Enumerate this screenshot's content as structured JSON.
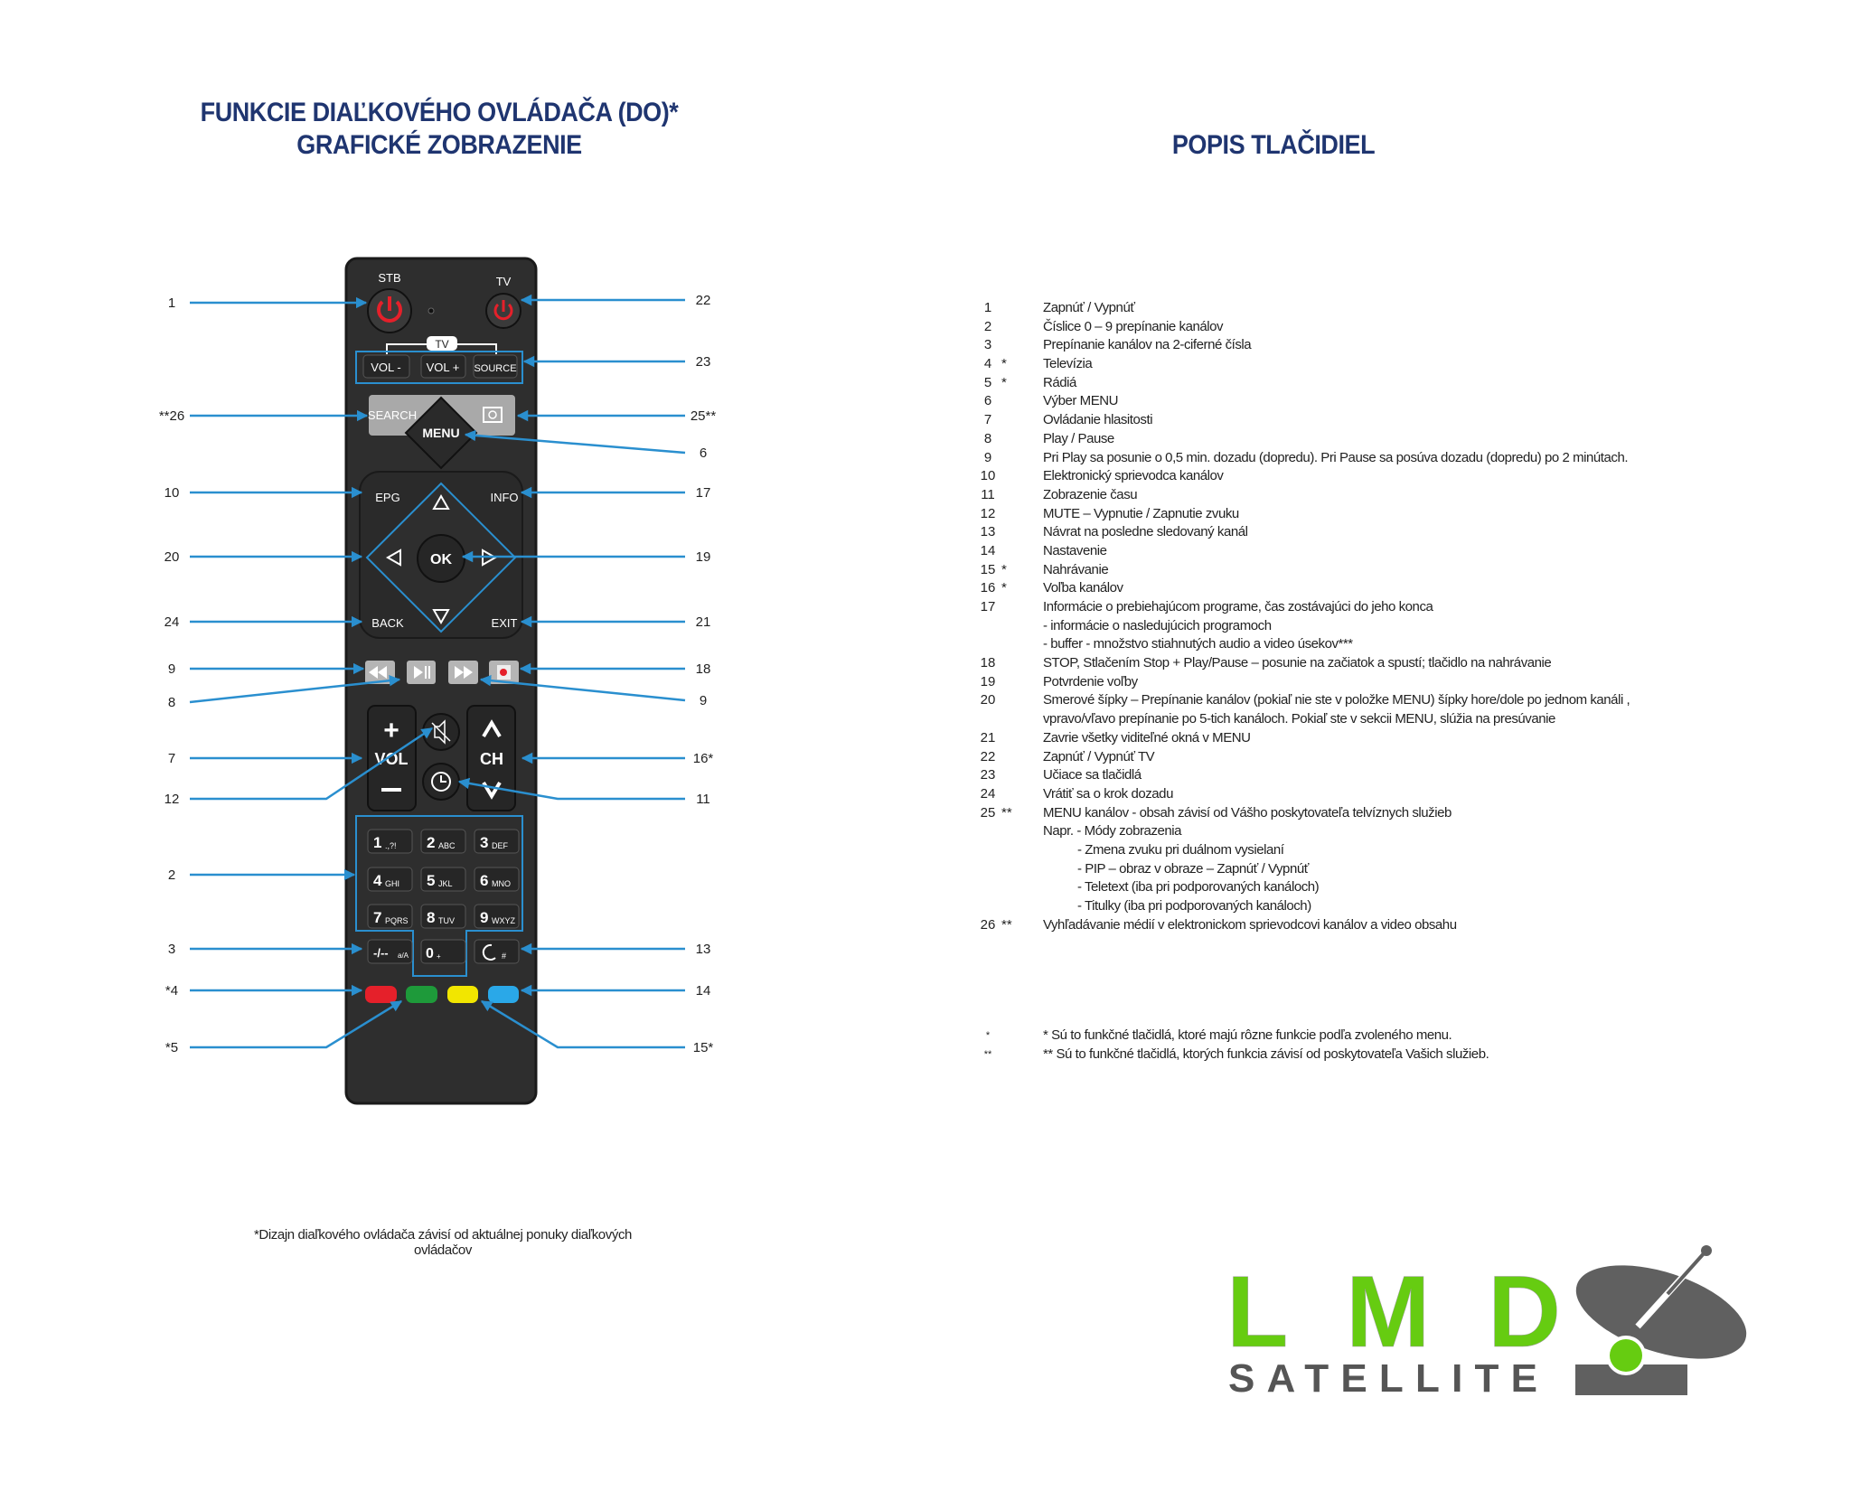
{
  "header": {
    "left_title_line1": "FUNKCIE DIAĽKOVÉHO OVLÁDAČA (DO)*",
    "left_title_line2": "GRAFICKÉ ZOBRAZENIE",
    "right_title": "POPIS TLAČIDIEL"
  },
  "remote": {
    "stb_label": "STB",
    "tv_label": "TV",
    "tv_group_label": "TV",
    "vol_minus": "VOL -",
    "vol_plus": "VOL +",
    "source": "SOURCE",
    "search": "SEARCH",
    "menu": "MENU",
    "epg": "EPG",
    "info": "INFO",
    "back": "BACK",
    "exit": "EXIT",
    "ok": "OK",
    "vol": "VOL",
    "ch": "CH",
    "keys": [
      {
        "d": "1",
        "s": ".,?!"
      },
      {
        "d": "2",
        "s": "ABC"
      },
      {
        "d": "3",
        "s": "DEF"
      },
      {
        "d": "4",
        "s": "GHI"
      },
      {
        "d": "5",
        "s": "JKL"
      },
      {
        "d": "6",
        "s": "MNO"
      },
      {
        "d": "7",
        "s": "PQRS"
      },
      {
        "d": "8",
        "s": "TUV"
      },
      {
        "d": "9",
        "s": "WXYZ"
      }
    ],
    "dash_key": "-/--",
    "dash_key_sub": "a/A",
    "zero_key": "0",
    "zero_key_sub": "+",
    "recall_key_sub": "#",
    "colors": {
      "body": "#2e2e2e",
      "accent": "#2a8fcf",
      "red": "#e5202a",
      "green": "#1e9a3a",
      "yellow": "#f2e600",
      "blue": "#2aa8e8"
    }
  },
  "callouts": {
    "left": [
      "1",
      "**26",
      "10",
      "20",
      "24",
      "9",
      "8",
      "7",
      "12",
      "2",
      "3",
      "*4",
      "*5"
    ],
    "right": [
      "22",
      "23",
      "25**",
      "6",
      "17",
      "19",
      "21",
      "18",
      "9",
      "16*",
      "11",
      "13",
      "14",
      "15*"
    ]
  },
  "descriptions": [
    {
      "num": "1",
      "star": "",
      "text": "Zapnúť / Vypnúť"
    },
    {
      "num": "2",
      "star": "",
      "text": "Číslice 0 – 9 prepínanie kanálov"
    },
    {
      "num": "3",
      "star": "",
      "text": "Prepínanie kanálov na 2-ciferné čísla"
    },
    {
      "num": "4",
      "star": "*",
      "text": "Televízia"
    },
    {
      "num": "5",
      "star": "*",
      "text": "Rádiá"
    },
    {
      "num": "6",
      "star": "",
      "text": "Výber MENU"
    },
    {
      "num": "7",
      "star": "",
      "text": "Ovládanie hlasitosti"
    },
    {
      "num": "8",
      "star": "",
      "text": "Play / Pause"
    },
    {
      "num": "9",
      "star": "",
      "text": "Pri Play sa posunie o 0,5 min. dozadu (dopredu). Pri Pause sa posúva dozadu (dopredu) po 2 minútach."
    },
    {
      "num": "10",
      "star": "",
      "text": "Elektronický sprievodca kanálov"
    },
    {
      "num": "11",
      "star": "",
      "text": "Zobrazenie času"
    },
    {
      "num": "12",
      "star": "",
      "text": "MUTE – Vypnutie / Zapnutie zvuku"
    },
    {
      "num": "13",
      "star": "",
      "text": "Návrat na posledne sledovaný kanál"
    },
    {
      "num": "14",
      "star": "",
      "text": "Nastavenie"
    },
    {
      "num": "15",
      "star": "*",
      "text": "Nahrávanie"
    },
    {
      "num": "16",
      "star": "*",
      "text": "Voľba kanálov"
    },
    {
      "num": "17",
      "star": "",
      "text": "Informácie o prebiehajúcom programe, čas zostávajúci do jeho konca",
      "extra": [
        "- informácie o nasledujúcich programoch",
        "- buffer - množstvo stiahnutých audio a video úsekov***"
      ]
    },
    {
      "num": "18",
      "star": "",
      "text": "STOP, Stlačením Stop + Play/Pause – posunie na začiatok a spustí; tlačidlo na nahrávanie"
    },
    {
      "num": "19",
      "star": "",
      "text": "Potvrdenie voľby"
    },
    {
      "num": "20",
      "star": "",
      "text": "Smerové šípky – Prepínanie kanálov (pokiaľ nie ste v položke MENU) šípky hore/dole po jednom kanáli ,",
      "extra": [
        "vpravo/vľavo prepínanie po 5-tich kanáloch. Pokiaľ ste v sekcii MENU, slúžia na presúvanie"
      ]
    },
    {
      "num": "21",
      "star": "",
      "text": "Zavrie všetky viditeľné okná v MENU"
    },
    {
      "num": "22",
      "star": "",
      "text": "Zapnúť / Vypnúť TV"
    },
    {
      "num": "23",
      "star": "",
      "text": "Učiace sa tlačidlá"
    },
    {
      "num": "24",
      "star": "",
      "text": "Vrátiť sa o krok dozadu"
    },
    {
      "num": "25",
      "star": "**",
      "text": "MENU kanálov - obsah závisí od Vášho poskytovateľa telvíznych služieb"
    },
    {
      "num": "26",
      "star": "**",
      "text": "Vyhľadávanie médií v elektronickom sprievodcovi kanálov a video obsahu"
    }
  ],
  "menu_example": {
    "intro": "Napr. - Módy zobrazenia",
    "items": [
      "-  Zmena zvuku pri duálnom vysielaní",
      "- PIP – obraz v obraze – Zapnúť / Vypnúť",
      "- Teletext (iba pri podporovaných kanáloch)",
      "- Titulky (iba pri podporovaných kanáloch)"
    ]
  },
  "footnotes": [
    {
      "mark": "*",
      "text": "*   Sú to funkčné tlačidlá, ktoré majú rôzne funkcie podľa zvoleného menu."
    },
    {
      "mark": "**",
      "text": "**   Sú to funkčné tlačidlá, ktorých funkcia závisí od poskytovateľa Vašich služieb."
    }
  ],
  "design_note": "*Dizajn diaľkového ovládača závisí od aktuálnej ponuky diaľkových ovládačov",
  "logo": {
    "line1": "LMD",
    "line2": "SATELLITE",
    "green": "#66cc11",
    "gray": "#555555"
  }
}
